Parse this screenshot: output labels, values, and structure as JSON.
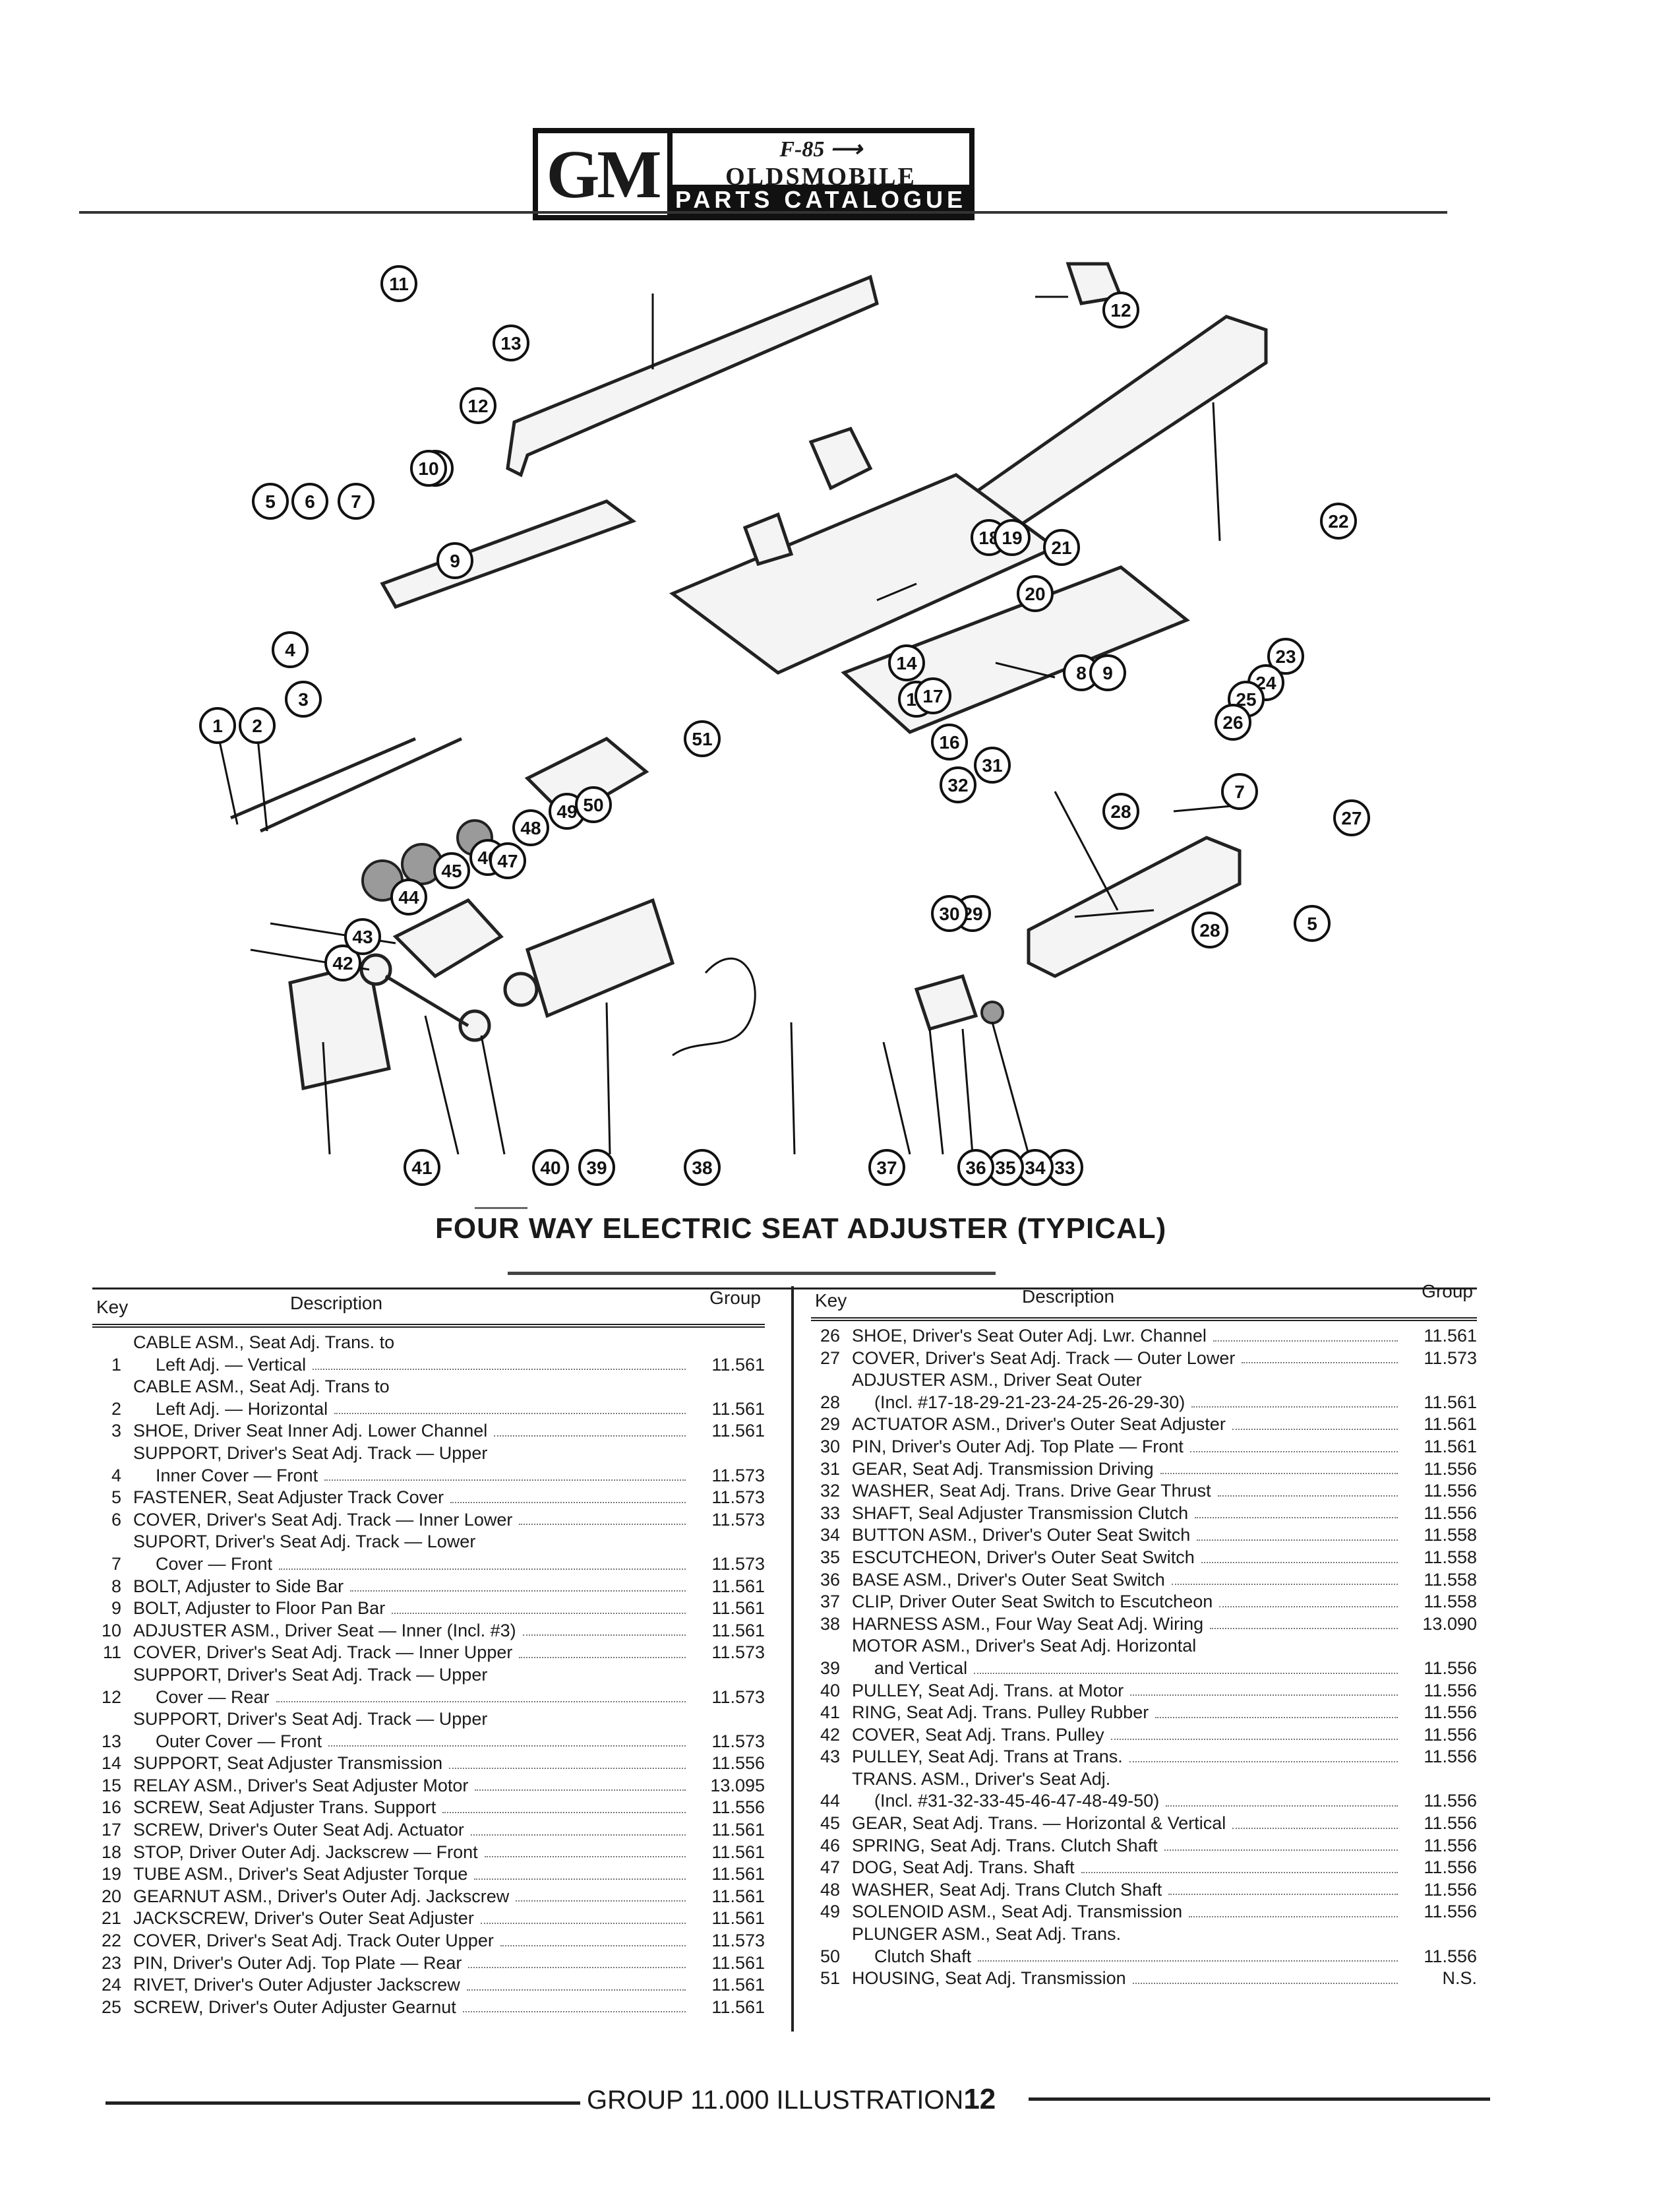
{
  "header": {
    "brand_mark": "GM",
    "model_mark": "F-85",
    "brand_name": "OLDSMOBILE",
    "catalog_title": "PARTS CATALOGUE"
  },
  "figure": {
    "title": "FOUR WAY ELECTRIC SEAT ADJUSTER (TYPICAL)",
    "callouts": [
      "1",
      "2",
      "3",
      "4",
      "5",
      "5",
      "6",
      "7",
      "7",
      "8",
      "8",
      "9",
      "9",
      "10",
      "11",
      "12",
      "12",
      "13",
      "14",
      "15",
      "16",
      "17",
      "18",
      "19",
      "20",
      "21",
      "22",
      "23",
      "24",
      "25",
      "26",
      "27",
      "28",
      "28",
      "29",
      "30",
      "31",
      "32",
      "33",
      "34",
      "35",
      "36",
      "37",
      "38",
      "39",
      "40",
      "41",
      "42",
      "43",
      "44",
      "45",
      "46",
      "47",
      "48",
      "49",
      "50",
      "51"
    ]
  },
  "tables": {
    "key_header": "Key",
    "description_header": "Description",
    "group_header": "Group",
    "left_rows": [
      {
        "key": "1",
        "line1": "CABLE ASM., Seat Adj. Trans. to",
        "line2": "Left Adj. — Vertical",
        "group": "11.561"
      },
      {
        "key": "2",
        "line1": "CABLE ASM., Seat Adj. Trans to",
        "line2": "Left Adj. — Horizontal",
        "group": "11.561"
      },
      {
        "key": "3",
        "line1": "SHOE, Driver Seat Inner Adj. Lower Channel",
        "line2": "",
        "group": "11.561"
      },
      {
        "key": "4",
        "line1": "SUPPORT, Driver's Seat Adj. Track — Upper",
        "line2": "Inner Cover — Front",
        "group": "11.573"
      },
      {
        "key": "5",
        "line1": "FASTENER, Seat Adjuster Track Cover",
        "line2": "",
        "group": "11.573"
      },
      {
        "key": "6",
        "line1": "COVER, Driver's Seat Adj. Track — Inner Lower",
        "line2": "",
        "group": "11.573"
      },
      {
        "key": "7",
        "line1": "SUPORT, Driver's Seat Adj. Track — Lower",
        "line2": "Cover — Front",
        "group": "11.573"
      },
      {
        "key": "8",
        "line1": "BOLT, Adjuster to Side Bar",
        "line2": "",
        "group": "11.561"
      },
      {
        "key": "9",
        "line1": "BOLT, Adjuster to Floor Pan Bar",
        "line2": "",
        "group": "11.561"
      },
      {
        "key": "10",
        "line1": "ADJUSTER ASM., Driver Seat — Inner (Incl. #3)",
        "line2": "",
        "group": "11.561"
      },
      {
        "key": "11",
        "line1": "COVER, Driver's Seat Adj. Track — Inner Upper",
        "line2": "",
        "group": "11.573"
      },
      {
        "key": "12",
        "line1": "SUPPORT, Driver's Seat Adj. Track — Upper",
        "line2": "Cover — Rear",
        "group": "11.573"
      },
      {
        "key": "13",
        "line1": "SUPPORT, Driver's Seat Adj. Track — Upper",
        "line2": "Outer Cover — Front",
        "group": "11.573"
      },
      {
        "key": "14",
        "line1": "SUPPORT, Seat Adjuster Transmission",
        "line2": "",
        "group": "11.556"
      },
      {
        "key": "15",
        "line1": "RELAY ASM., Driver's Seat Adjuster Motor",
        "line2": "",
        "group": "13.095"
      },
      {
        "key": "16",
        "line1": "SCREW, Seat Adjuster Trans. Support",
        "line2": "",
        "group": "11.556"
      },
      {
        "key": "17",
        "line1": "SCREW, Driver's Outer Seat Adj. Actuator",
        "line2": "",
        "group": "11.561"
      },
      {
        "key": "18",
        "line1": "STOP, Driver Outer Adj. Jackscrew — Front",
        "line2": "",
        "group": "11.561"
      },
      {
        "key": "19",
        "line1": "TUBE ASM., Driver's Seat Adjuster Torque",
        "line2": "",
        "group": "11.561"
      },
      {
        "key": "20",
        "line1": "GEARNUT ASM., Driver's Outer Adj. Jackscrew",
        "line2": "",
        "group": "11.561"
      },
      {
        "key": "21",
        "line1": "JACKSCREW, Driver's Outer Seat Adjuster",
        "line2": "",
        "group": "11.561"
      },
      {
        "key": "22",
        "line1": "COVER, Driver's Seat Adj. Track Outer Upper",
        "line2": "",
        "group": "11.573"
      },
      {
        "key": "23",
        "line1": "PIN, Driver's Outer Adj. Top Plate — Rear",
        "line2": "",
        "group": "11.561"
      },
      {
        "key": "24",
        "line1": "RIVET, Driver's Outer Adjuster Jackscrew",
        "line2": "",
        "group": "11.561"
      },
      {
        "key": "25",
        "line1": "SCREW, Driver's Outer Adjuster Gearnut",
        "line2": "",
        "group": "11.561"
      }
    ],
    "right_rows": [
      {
        "key": "26",
        "line1": "SHOE, Driver's Seat Outer Adj. Lwr. Channel",
        "line2": "",
        "group": "11.561"
      },
      {
        "key": "27",
        "line1": "COVER, Driver's Seat Adj. Track — Outer Lower",
        "line2": "",
        "group": "11.573"
      },
      {
        "key": "28",
        "line1": "ADJUSTER ASM., Driver Seat Outer",
        "line2": "(Incl. #17-18-29-21-23-24-25-26-29-30)",
        "group": "11.561"
      },
      {
        "key": "29",
        "line1": "ACTUATOR ASM., Driver's Outer Seat Adjuster",
        "line2": "",
        "group": "11.561"
      },
      {
        "key": "30",
        "line1": "PIN, Driver's Outer Adj. Top Plate — Front",
        "line2": "",
        "group": "11.561"
      },
      {
        "key": "31",
        "line1": "GEAR, Seat Adj. Transmission Driving",
        "line2": "",
        "group": "11.556"
      },
      {
        "key": "32",
        "line1": "WASHER, Seat Adj. Trans. Drive Gear Thrust",
        "line2": "",
        "group": "11.556"
      },
      {
        "key": "33",
        "line1": "SHAFT, Seal Adjuster Transmission Clutch",
        "line2": "",
        "group": "11.556"
      },
      {
        "key": "34",
        "line1": "BUTTON ASM., Driver's Outer Seat Switch",
        "line2": "",
        "group": "11.558"
      },
      {
        "key": "35",
        "line1": "ESCUTCHEON, Driver's Outer Seat Switch",
        "line2": "",
        "group": "11.558"
      },
      {
        "key": "36",
        "line1": "BASE ASM., Driver's Outer Seat Switch",
        "line2": "",
        "group": "11.558"
      },
      {
        "key": "37",
        "line1": "CLIP, Driver Outer Seat Switch to Escutcheon",
        "line2": "",
        "group": "11.558"
      },
      {
        "key": "38",
        "line1": "HARNESS ASM., Four Way Seat Adj. Wiring",
        "line2": "",
        "group": "13.090"
      },
      {
        "key": "39",
        "line1": "MOTOR ASM., Driver's Seat Adj. Horizontal",
        "line2": "and Vertical",
        "group": "11.556"
      },
      {
        "key": "40",
        "line1": "PULLEY, Seat Adj. Trans. at Motor",
        "line2": "",
        "group": "11.556"
      },
      {
        "key": "41",
        "line1": "RING, Seat Adj. Trans. Pulley Rubber",
        "line2": "",
        "group": "11.556"
      },
      {
        "key": "42",
        "line1": "COVER, Seat Adj. Trans. Pulley",
        "line2": "",
        "group": "11.556"
      },
      {
        "key": "43",
        "line1": "PULLEY, Seat Adj. Trans at Trans.",
        "line2": "",
        "group": "11.556"
      },
      {
        "key": "44",
        "line1": "TRANS. ASM., Driver's Seat Adj.",
        "line2": "(Incl. #31-32-33-45-46-47-48-49-50)",
        "group": "11.556"
      },
      {
        "key": "45",
        "line1": "GEAR, Seat Adj. Trans. — Horizontal & Vertical",
        "line2": "",
        "group": "11.556"
      },
      {
        "key": "46",
        "line1": "SPRING, Seat Adj. Trans. Clutch Shaft",
        "line2": "",
        "group": "11.556"
      },
      {
        "key": "47",
        "line1": "DOG, Seat Adj. Trans. Shaft",
        "line2": "",
        "group": "11.556"
      },
      {
        "key": "48",
        "line1": "WASHER, Seat Adj. Trans Clutch Shaft",
        "line2": "",
        "group": "11.556"
      },
      {
        "key": "49",
        "line1": "SOLENOID ASM., Seat Adj. Transmission",
        "line2": "",
        "group": "11.556"
      },
      {
        "key": "50",
        "line1": "PLUNGER ASM., Seat Adj. Trans.",
        "line2": "Clutch Shaft",
        "group": "11.556"
      },
      {
        "key": "51",
        "line1": "HOUSING, Seat Adj. Transmission",
        "line2": "",
        "group": "N.S."
      }
    ]
  },
  "footer": {
    "group_label": "GROUP 11.000 ILLUSTRATION",
    "illustration_number": "12"
  }
}
